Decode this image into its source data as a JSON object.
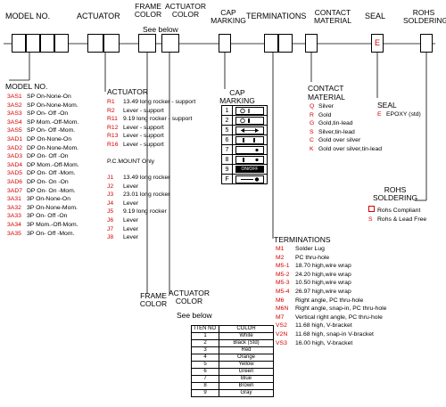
{
  "headers": {
    "model": "MODEL NO.",
    "actuator": "ACTUATOR",
    "frame_color": "FRAME COLOR",
    "actuator_color": "ACTUATOR COLOR",
    "see_below": "See below",
    "cap_marking": "CAP MARKING",
    "terminations": "TERMINATIONS",
    "contact_material": "CONTACT MATERIAL",
    "seal": "SEAL",
    "rohs": "ROHS SOLDERING",
    "seal_box_code": "E"
  },
  "model": {
    "title": "MODEL NO.",
    "items": [
      {
        "code": "3AS1",
        "desc": "SP On-None-On"
      },
      {
        "code": "3AS2",
        "desc": "SP On-None-Mom."
      },
      {
        "code": "3AS3",
        "desc": "SP On- Off -On"
      },
      {
        "code": "3AS4",
        "desc": "SP Mom.-Off-Mom."
      },
      {
        "code": "3AS5",
        "desc": "SP On- Off -Mom."
      },
      {
        "code": "3AD1",
        "desc": "DP On-None-On"
      },
      {
        "code": "3AD2",
        "desc": "DP On-None-Mom."
      },
      {
        "code": "3AD3",
        "desc": "DP On- Off -On"
      },
      {
        "code": "3AD4",
        "desc": "DP Mom.-Off-Mom."
      },
      {
        "code": "3AD5",
        "desc": "DP On- Off -Mom."
      },
      {
        "code": "3AD6",
        "desc": "DP On- On -On"
      },
      {
        "code": "3AD7",
        "desc": "DP On- On -Mom."
      },
      {
        "code": "3A31",
        "desc": "3P On-None-On"
      },
      {
        "code": "3A32",
        "desc": "3P On-None-Mom."
      },
      {
        "code": "3A33",
        "desc": "3P On- Off -On"
      },
      {
        "code": "3A34",
        "desc": "3P Mom.-Off-Mom."
      },
      {
        "code": "3A35",
        "desc": "3P On- Off -Mom."
      }
    ]
  },
  "actuator": {
    "title": "ACTUATOR",
    "items": [
      {
        "code": "R1",
        "desc": "13.49 long rocker - support"
      },
      {
        "code": "R2",
        "desc": "Lever - support"
      },
      {
        "code": "R11",
        "desc": "9.19 long rocker - support"
      },
      {
        "code": "R12",
        "desc": "Lever - support"
      },
      {
        "code": "R13",
        "desc": "Lever - support"
      },
      {
        "code": "R16",
        "desc": "Lever - support"
      }
    ],
    "pc_mount_label": "P.C.MOUNT Only",
    "pc_items": [
      {
        "code": "J1",
        "desc": "13.49 long rocker"
      },
      {
        "code": "J2",
        "desc": "Lever"
      },
      {
        "code": "J3",
        "desc": "23.01 long rocker"
      },
      {
        "code": "J4",
        "desc": "Lever"
      },
      {
        "code": "J5",
        "desc": "9.19 long rocker"
      },
      {
        "code": "J6",
        "desc": "Lever"
      },
      {
        "code": "J7",
        "desc": "Lever"
      },
      {
        "code": "J8",
        "desc": "Lever"
      }
    ]
  },
  "cap": {
    "title": "CAP MARKING",
    "rows": [
      {
        "num": "1",
        "symbol": "o-line-icon"
      },
      {
        "num": "2",
        "symbol": "o-bar-icon"
      },
      {
        "num": "5",
        "symbol": "double-arrow-icon"
      },
      {
        "num": "6",
        "symbol": "bar-bar-icon"
      },
      {
        "num": "7",
        "symbol": "dot-icon"
      },
      {
        "num": "8",
        "symbol": "bar-dot-icon"
      },
      {
        "num": "9",
        "symbol": "on-off-icon",
        "text": "ON/OFF"
      },
      {
        "num": "F",
        "symbol": "dash-dot-icon"
      }
    ]
  },
  "contact": {
    "title": "CONTACT MATERIAL",
    "items": [
      {
        "code": "Q",
        "desc": "Silver"
      },
      {
        "code": "R",
        "desc": "Gold"
      },
      {
        "code": "G",
        "desc": "Gold,tin-lead"
      },
      {
        "code": "S",
        "desc": "Silver,tin-lead"
      },
      {
        "code": "C",
        "desc": "Gold over silver"
      },
      {
        "code": "K",
        "desc": "Gold over silver,tin-lead"
      }
    ]
  },
  "seal": {
    "title": "SEAL",
    "items": [
      {
        "code": "E",
        "desc": "EPOXY (std)"
      }
    ]
  },
  "rohs": {
    "title": "ROHS SOLDERING",
    "items": [
      {
        "code": "",
        "desc": "Rohs Compliant"
      },
      {
        "code": "S",
        "desc": "Rohs & Lead Free"
      }
    ]
  },
  "terminations": {
    "title": "TERMINATIONS",
    "items": [
      {
        "code": "M1",
        "desc": "Solder Lug"
      },
      {
        "code": "M2",
        "desc": "PC thru-hole"
      },
      {
        "code": "M5-1",
        "desc": "18.70 high,wire wrap"
      },
      {
        "code": "M5-2",
        "desc": "24.20 high,wire wrap"
      },
      {
        "code": "M5-3",
        "desc": "10.50 high,wire wrap"
      },
      {
        "code": "M5-4",
        "desc": "26.97 high,wire wrap"
      },
      {
        "code": "M6",
        "desc": "Right angle, PC thru-hole"
      },
      {
        "code": "M6N",
        "desc": "Right angle, snap-in, PC thru-hole"
      },
      {
        "code": "M7",
        "desc": "Vertical right angle, PC thru-hole"
      },
      {
        "code": "VS2",
        "desc": "11.68 high, V-bracket"
      },
      {
        "code": "V2N",
        "desc": "11.68 high, snap-in V-bracket"
      },
      {
        "code": "VS3",
        "desc": "16.00 high, V-bracket"
      }
    ]
  },
  "lower_headers": {
    "frame_color": "FRAME COLOR",
    "actuator_color": "ACTUATOR COLOR",
    "see_below": "See below"
  },
  "color_table": {
    "headers": [
      "ITEN NO",
      "COLOR"
    ],
    "rows": [
      [
        "1",
        "White"
      ],
      [
        "2",
        "Black (Std)"
      ],
      [
        "3",
        "Red"
      ],
      [
        "4",
        "Orange"
      ],
      [
        "5",
        "Yellow"
      ],
      [
        "6",
        "Green"
      ],
      [
        "7",
        "Blue"
      ],
      [
        "8",
        "Brown"
      ],
      [
        "9",
        "Gray"
      ]
    ]
  },
  "accent_color": "#d40000"
}
